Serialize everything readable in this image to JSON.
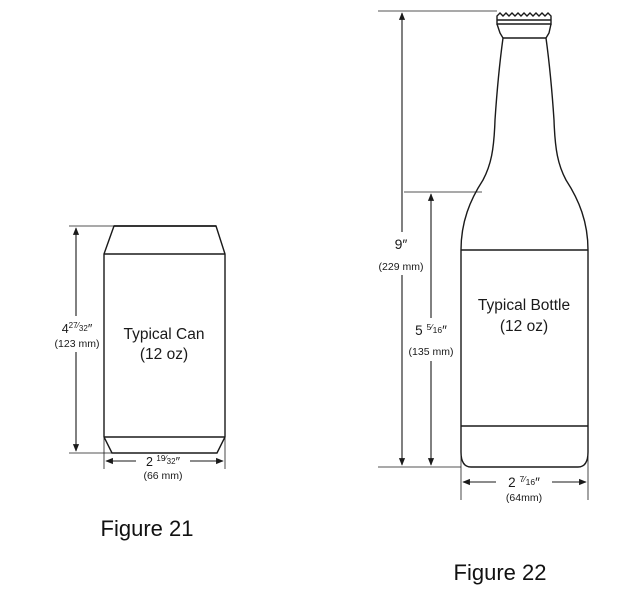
{
  "can": {
    "label_line1": "Typical Can",
    "label_line2": "(12 oz)",
    "height_whole": "4",
    "height_num": "27",
    "height_den": "32",
    "height_metric": "(123 mm)",
    "width_whole": "2",
    "width_num": "19",
    "width_den": "32",
    "width_metric": "(66 mm)",
    "caption": "Figure 21"
  },
  "bottle": {
    "label_line1": "Typical Bottle",
    "label_line2": "(12 oz)",
    "height": "9″",
    "height_metric": "(229 mm)",
    "body_height_whole": "5",
    "body_height_num": "5",
    "body_height_den": "16",
    "body_height_metric": "(135 mm)",
    "width_whole": "2",
    "width_num": "7",
    "width_den": "16",
    "width_metric": "(64mm)",
    "caption": "Figure 22"
  },
  "inch_mark": "″"
}
